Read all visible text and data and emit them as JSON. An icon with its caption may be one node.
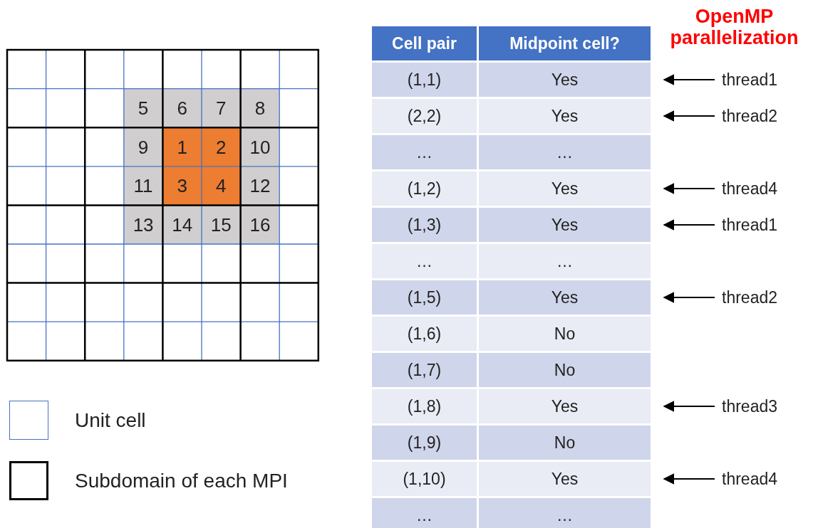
{
  "diagram": {
    "nodes": [
      {
        "text": [
          "(1,1)",
          "Yes"
        ]
      },
      {
        "text": [
          "(2,2)",
          "Yes"
        ]
      },
      {
        "text": [
          "(1,2)",
          "Yes"
        ]
      },
      {
        "text": [
          "(1,3)",
          "Yes"
        ]
      },
      {
        "text": [
          "(1,5)",
          "Yes"
        ]
      },
      {
        "text": [
          "(1,8)",
          "Yes"
        ]
      },
      {
        "text": [
          "(1,10)",
          "Yes"
        ]
      },
      {
        "text": [
          "thread1"
        ]
      },
      {
        "text": [
          "thread2"
        ]
      },
      {
        "text": [
          "thread4"
        ]
      },
      {
        "text": [
          "thread1"
        ]
      },
      {
        "text": [
          "thread2"
        ]
      },
      {
        "text": [
          "thread3"
        ]
      },
      {
        "text": [
          "thread4"
        ]
      }
    ],
    "edges": [
      {
        "from": 7,
        "to": 0,
        "arrow": "to"
      },
      {
        "from": 8,
        "to": 1,
        "arrow": "to"
      },
      {
        "from": 9,
        "to": 2,
        "arrow": "to"
      },
      {
        "from": 10,
        "to": 3,
        "arrow": "to"
      },
      {
        "from": 11,
        "to": 4,
        "arrow": "to"
      },
      {
        "from": 12,
        "to": 5,
        "arrow": "to"
      },
      {
        "from": 13,
        "to": 6,
        "arrow": "to"
      }
    ],
    "labels": [
      "OpenMP parallelization",
      "5",
      "6",
      "7",
      "8",
      "9",
      "1",
      "2",
      "10",
      "11",
      "3",
      "4",
      "12",
      "13",
      "14",
      "15",
      "16",
      "Cell pair",
      "Midpoint cell?",
      "…",
      "…",
      "…",
      "…",
      "(1,6)",
      "No",
      "(1,7)",
      "No",
      "(1,9)",
      "No",
      "…",
      "…"
    ],
    "legend": [
      {
        "text": "Unit cell"
      },
      {
        "text": "Subdomain of each MPI"
      }
    ]
  }
}
